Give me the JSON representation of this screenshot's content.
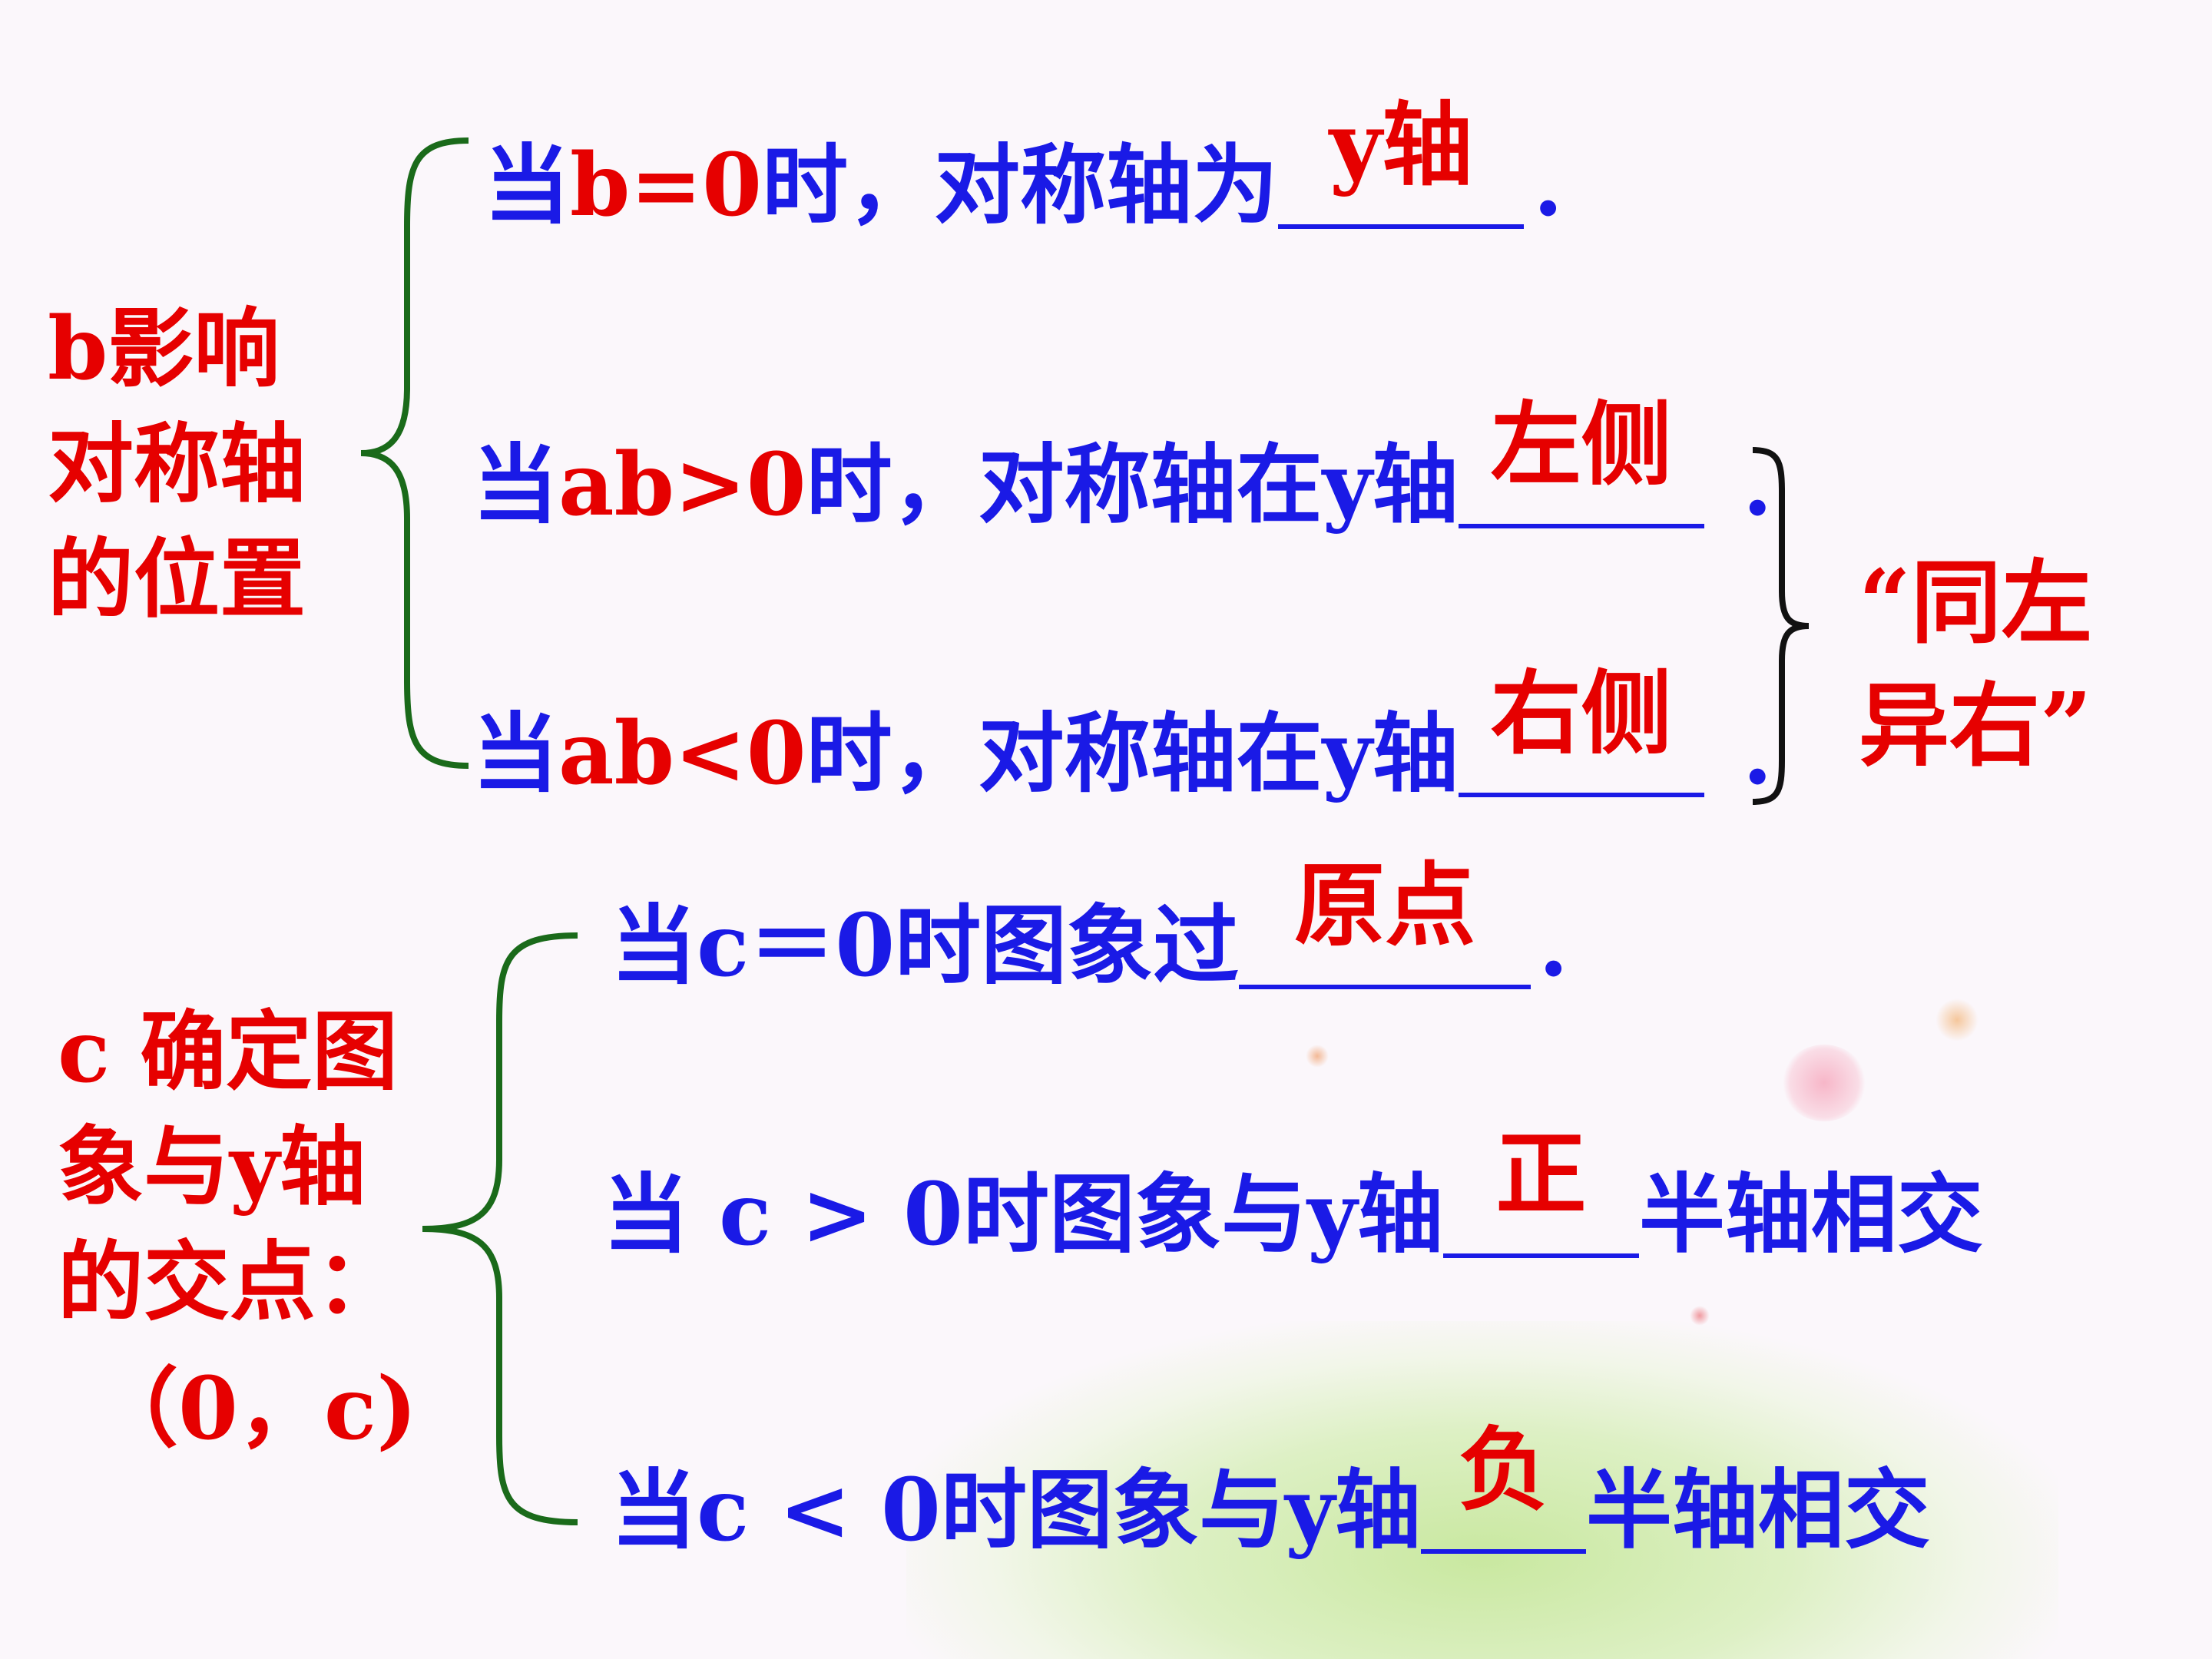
{
  "b_section": {
    "label_lines": [
      "b影响",
      "对称轴",
      "的位置"
    ],
    "rows": [
      {
        "prefix": "当",
        "cond": "b=0",
        "mid": "时，对称轴为",
        "answer": "y轴",
        "end": "."
      },
      {
        "prefix": "当",
        "cond": "ab>0",
        "mid": "时，对称轴在y轴",
        "answer": "左侧",
        "end": "."
      },
      {
        "prefix": "当",
        "cond": "ab<0",
        "mid": "时，对称轴在y轴",
        "answer": "右侧",
        "end": "."
      }
    ],
    "mnemonic_lines": [
      "“同左",
      "异右”"
    ]
  },
  "c_section": {
    "label_lines": [
      "c 确定图",
      "象与y轴",
      "的交点："
    ],
    "point": "（0，c)",
    "rows": [
      {
        "text": "当c＝0时图象过",
        "answer": "原点",
        "end": "."
      },
      {
        "text": "当 c > 0时图象与y轴",
        "answer": "正",
        "end": "半轴相交"
      },
      {
        "text": "当c < 0时图象与y轴",
        "answer": "负",
        "end": "半轴相交"
      }
    ]
  },
  "colors": {
    "blue_text": "#1a1ae6",
    "red_text": "#e60000",
    "purple_text": "#7010c0",
    "brace_green": "#1a6a1a"
  }
}
